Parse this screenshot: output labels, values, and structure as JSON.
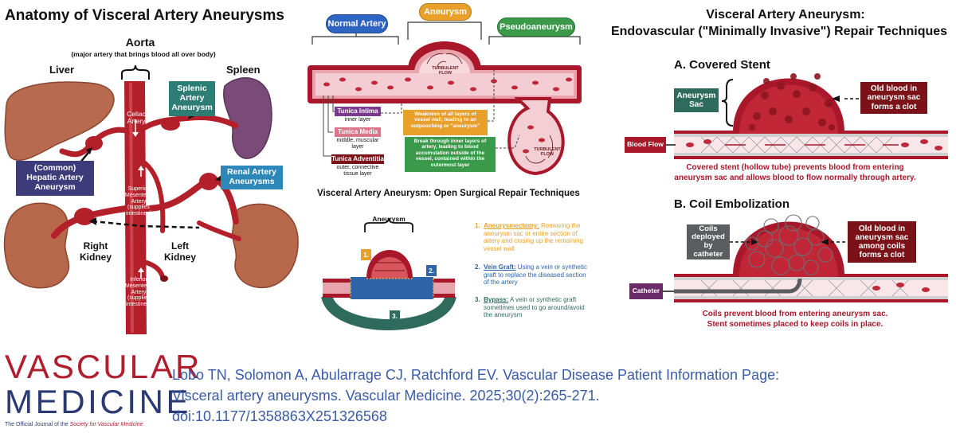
{
  "left_panel": {
    "title": "Anatomy of Visceral Artery Aneurysms",
    "aorta_label": "Aorta",
    "aorta_sub": "(major artery that brings blood all over body)",
    "liver": "Liver",
    "spleen": "Spleen",
    "celiac": [
      "Celiac",
      "Artery"
    ],
    "splenic_box": [
      "Splenic",
      "Artery",
      "Aneurysm"
    ],
    "hepatic_box": [
      "(Common)",
      "Hepatic Artery",
      "Aneurysm"
    ],
    "renal_box": [
      "Renal Artery",
      "Aneurysms"
    ],
    "sma": [
      "Superior",
      "Mesenteric",
      "Artery",
      "(supplies",
      "intestines)"
    ],
    "ima": [
      "Inferior",
      "Mesenteric",
      "Artery",
      "(supplies",
      "intestines)"
    ],
    "right_kidney": [
      "Right",
      "Kidney"
    ],
    "left_kidney": [
      "Left",
      "Kidney"
    ]
  },
  "middle_top": {
    "normal_artery": "Normal Artery",
    "aneurysm": "Aneurysm",
    "pseudoaneurysm": "Pseudoaneurysm",
    "turbulent_flow": [
      "TURBULENT",
      "FLOW"
    ],
    "intima": "Tunica Intima",
    "intima_sub": "inner layer",
    "media": "Tunica Media",
    "media_sub": [
      "middle, muscular",
      "layer"
    ],
    "adventitia": "Tunica Adventitia",
    "adventitia_sub": [
      "outer, connective",
      "tissue layer"
    ],
    "weakness": [
      "Weakness of all layers of",
      "vessel wall, leading to an",
      "outpouching or \"aneurysm\""
    ],
    "breakthrough": [
      "Break through inner layers of",
      "artery, leading to blood",
      "accumulation outside of the",
      "vessel, contained within the",
      "outermost layer"
    ]
  },
  "middle_bottom": {
    "title": "Visceral Artery Aneurysm: Open Surgical Repair Techniques",
    "aneurysm_label": "Aneurysm",
    "num1": "1.",
    "num2": "2.",
    "num3": "3.",
    "item1_title": "Aneurysmectomy:",
    "item1_text": [
      " Removing the",
      "aneurysm sac or entire section of",
      "artery and closing up the remaining",
      "vessel wall"
    ],
    "item2_title": "Vein Graft:",
    "item2_text": [
      " Using a vein or synthetic",
      "graft to replace the diseased section",
      "of the artery"
    ],
    "item3_title": "Bypass:",
    "item3_text": [
      " A vein or synthetic graft",
      "sometimes used to go around/avoid",
      "the aneurysm"
    ]
  },
  "right_panel": {
    "title1": "Visceral Artery Aneurysm:",
    "title2": "Endovascular (\"Minimally Invasive\") Repair Techniques",
    "a_heading": "A. Covered Stent",
    "sac_label": [
      "Aneurysm",
      "Sac"
    ],
    "clot_label": [
      "Old blood in",
      "aneurysm sac",
      "forms a clot"
    ],
    "blood_flow": "Blood Flow",
    "a_caption": [
      "Covered stent (hollow tube) prevents blood from entering",
      "aneurysm sac and allows blood to flow normally through artery."
    ],
    "b_heading": "B. Coil Embolization",
    "coils_label": [
      "Coils",
      "deployed by",
      "catheter"
    ],
    "coil_clot_label": [
      "Old blood in",
      "aneurysm sac",
      "among coils",
      "forms a clot"
    ],
    "catheter": "Catheter",
    "b_caption": [
      "Coils prevent blood from entering aneurysm sac.",
      "Stent sometimes placed to keep coils in place."
    ]
  },
  "footer": {
    "logo_line1": "VASCULAR",
    "logo_line2": "MEDICINE",
    "logo_tagline_pre": "The Official Journal of the ",
    "logo_tagline_em": "Society for Vascular Medicine",
    "citation": [
      "Lobo TN, Solomon A, Abularrage CJ, Ratchford EV. Vascular Disease Patient Information Page:",
      "Visceral artery aneurysms. Vascular Medicine. 2025;30(2):265-271.",
      "doi:10.1177/1358863X251326568"
    ]
  },
  "colors": {
    "artery_red": "#b3202a",
    "navy_box": "#3d3b7a",
    "teal_box": "#2e7d74",
    "blue_box": "#2d87b8",
    "logo_red": "#b01e2e",
    "logo_navy": "#2b3a73",
    "citation_blue": "#3a5ba8"
  }
}
